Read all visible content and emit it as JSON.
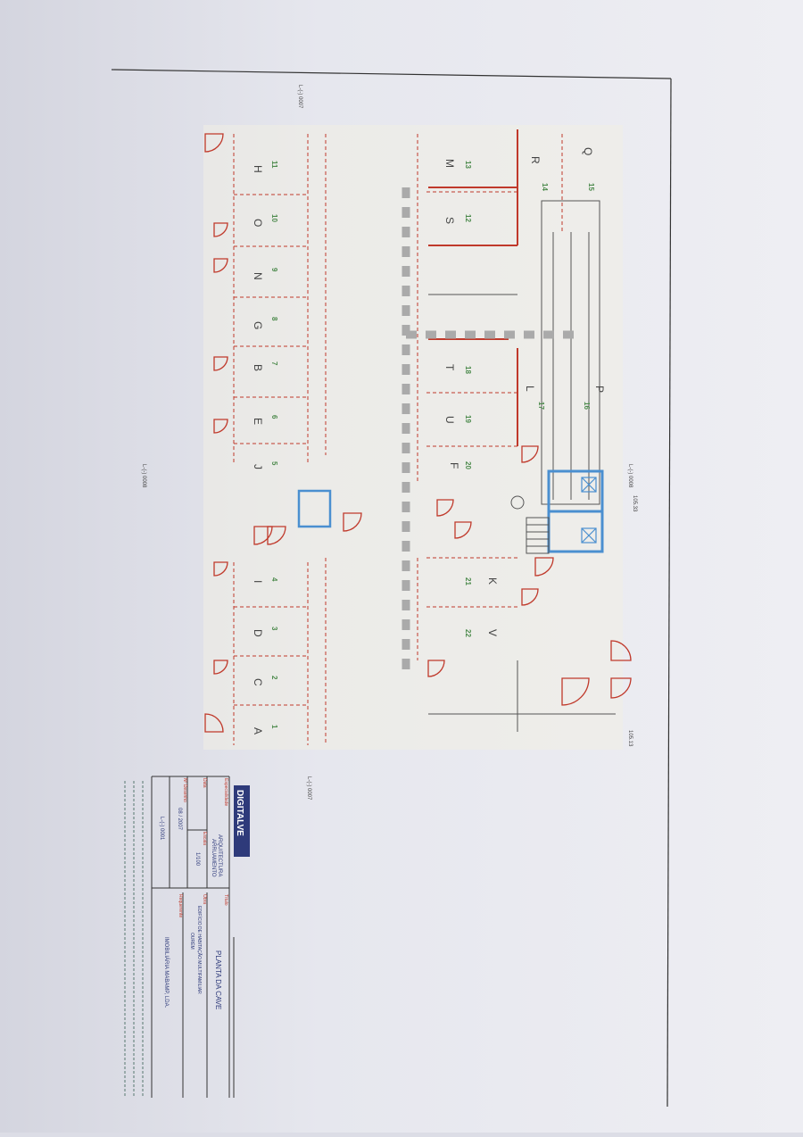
{
  "plan": {
    "rooms_row1": [
      {
        "letter": "H",
        "number": "11"
      },
      {
        "letter": "O",
        "number": "10"
      },
      {
        "letter": "N",
        "number": "9"
      },
      {
        "letter": "G",
        "number": "8"
      },
      {
        "letter": "B",
        "number": "7"
      },
      {
        "letter": "E",
        "number": "6"
      },
      {
        "letter": "J",
        "number": "5"
      },
      {
        "letter": "I",
        "number": "4"
      },
      {
        "letter": "D",
        "number": "3"
      },
      {
        "letter": "C",
        "number": "2"
      },
      {
        "letter": "A",
        "number": "1"
      }
    ],
    "rooms_row2": [
      {
        "letter": "M",
        "number": "13"
      },
      {
        "letter": "S",
        "number": "12"
      },
      {
        "letter": "T",
        "number": "18"
      },
      {
        "letter": "U",
        "number": "19"
      },
      {
        "letter": "F",
        "number": "20"
      },
      {
        "letter": "K",
        "number": "21"
      },
      {
        "letter": "V",
        "number": "22"
      }
    ],
    "rooms_row3": [
      {
        "letter": "R",
        "number": "14"
      },
      {
        "letter": "Q",
        "number": "15"
      },
      {
        "letter": "L",
        "number": "17"
      },
      {
        "letter": "P",
        "number": "16"
      }
    ],
    "level_marks": [
      "105.33",
      "105.13"
    ],
    "section_marks": [
      "L-(-) 0007",
      "L-(-) 0007",
      "L-(-) 0008",
      "L-(-) 0008"
    ]
  },
  "title_block": {
    "company": "DIGITALVE",
    "speciality_label": "Especialidade",
    "speciality": "ARQUITECTURA",
    "speciality_sub": "ARRUAMENTO",
    "scale_label": "Escala",
    "scale": "1/100",
    "date_label": "Data",
    "date": "08 / 2007",
    "drawing_label": "Nº Desenho",
    "drawing": "L-(-) 0001",
    "title_label": "Título",
    "title": "PLANTA DA CAVE",
    "work_label": "Obra",
    "work": "EDIFÍCIO DE HABITAÇÃO MULTIFAMILIAR",
    "work_sub": "OURÉM",
    "client_label": "Requerente",
    "client": "IMOBILIÁRIA MABAMP, LDA."
  },
  "colors": {
    "wall_red": "#c0392b",
    "blue": "#4a8fd0",
    "green": "#4c8a4c",
    "line": "#444444"
  }
}
